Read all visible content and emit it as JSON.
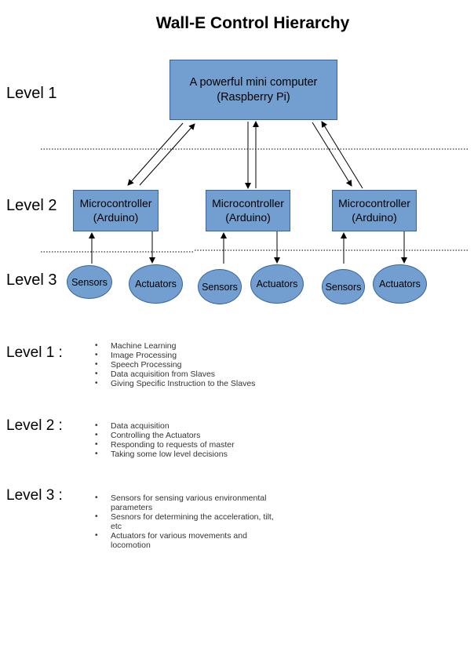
{
  "title": "Wall-E Control Hierarchy",
  "levels": {
    "level1": "Level 1",
    "level2": "Level 2",
    "level3": "Level 3"
  },
  "root": {
    "line1": "A powerful mini computer",
    "line2": "(Raspberry Pi)"
  },
  "controllers": [
    {
      "line1": "Microcontroller",
      "line2": "(Arduino)"
    },
    {
      "line1": "Microcontroller",
      "line2": "(Arduino)"
    },
    {
      "line1": "Microcontroller",
      "line2": "(Arduino)"
    }
  ],
  "devices": [
    {
      "sensors": "Sensors",
      "actuators": "Actuators"
    },
    {
      "sensors": "Sensors",
      "actuators": "Actuators"
    },
    {
      "sensors": "Sensors",
      "actuators": "Actuators"
    }
  ],
  "descriptions": [
    {
      "label": "Level 1 :",
      "items": [
        "Machine Learning",
        "Image Processing",
        "Speech Processing",
        "Data acquisition from Slaves",
        "Giving Specific Instruction to the Slaves"
      ]
    },
    {
      "label": "Level 2 :",
      "items": [
        "Data acquisition",
        "Controlling the Actuators",
        "Responding to requests of master",
        "Taking some low level decisions"
      ]
    },
    {
      "label": "Level 3 :",
      "items": [
        "Sensors for sensing various environmental parameters",
        "Sesnors for determining the acceleration, tilt, etc",
        "Actuators for  various movements and locomotion"
      ]
    }
  ],
  "colors": {
    "node_fill": "#729fcf",
    "node_border": "#3465a4"
  }
}
